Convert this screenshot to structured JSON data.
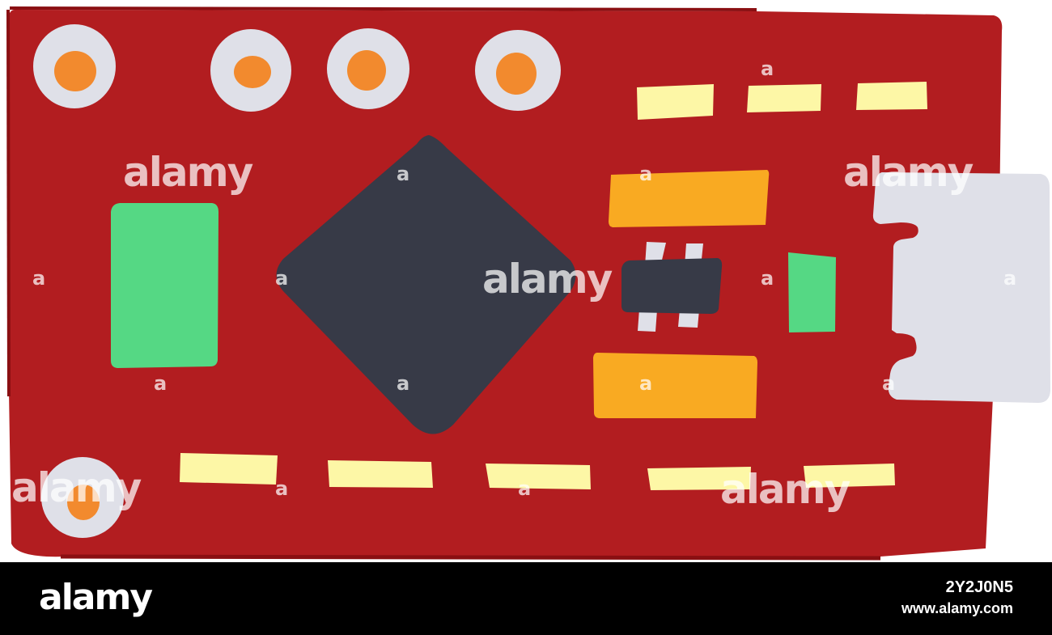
{
  "colors": {
    "board": "#b21d20",
    "board_outline": "#8a0f12",
    "hole_ring": "#dfe0e8",
    "hole_center": "#f28a2e",
    "pad": "#fdf7a6",
    "chip": "#373a47",
    "capacitor_green": "#55d884",
    "resistor_orange": "#f9aa22",
    "usb_port": "#dfe0e8",
    "footer_background": "#000000",
    "footer_text": "#ffffff"
  },
  "watermark": {
    "word": "alamy",
    "letter": "a"
  },
  "footer": {
    "logo": "alamy",
    "image_id": "2Y2J0N5",
    "site": "www.alamy.com"
  }
}
